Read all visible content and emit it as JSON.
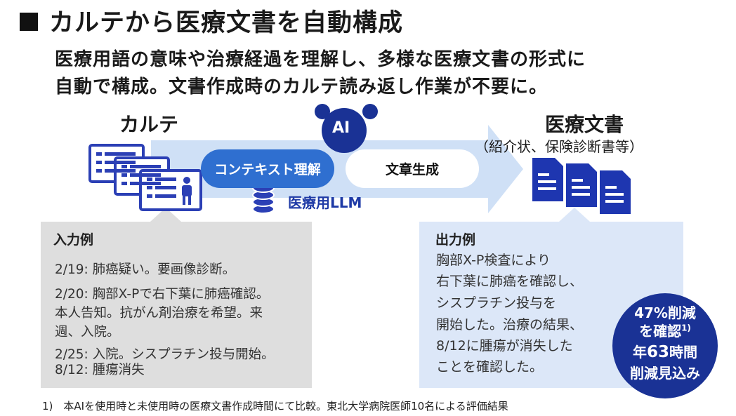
{
  "header": {
    "title": "カルテから医療文書を自動構成",
    "lead_line1": "医療用語の意味や治療経過を理解し、多様な医療文書の形式に",
    "lead_line2": "自動で構成。文書作成時のカルテ読み返し作業が不要に。"
  },
  "flow": {
    "source_label": "カルテ",
    "ai_label": "AI",
    "step1": "コンテキスト理解",
    "step2": "文章生成",
    "llm_label": "医療用LLM",
    "target_label": "医療文書",
    "target_sub": "（紹介状、保険診断書等）"
  },
  "input_example": {
    "heading": "入力例",
    "lines": [
      "2/19: 肺癌疑い。要画像診断。",
      "2/20: 胸部X-Pで右下葉に肺癌確認。",
      "本人告知。抗がん剤治療を希望。来",
      "週、入院。",
      "2/25: 入院。シスプラチン投与開始。",
      "8/12: 腫瘍消失"
    ]
  },
  "output_example": {
    "heading": "出力例",
    "lines": [
      "胸部X-P検査により",
      "右下葉に肺癌を確認し、",
      "シスプラチン投与を",
      "開始した。治療の結果、",
      "8/12に腫瘍が消失した",
      "ことを確認した。"
    ]
  },
  "badge": {
    "line1": "47%削減",
    "line2": "を確認",
    "line2_sup": "1)",
    "line3_prefix": "年",
    "line3_num": "63",
    "line3_suffix": "時間",
    "line4": "削減見込み"
  },
  "footnote": "1)　本AIを使用時と未使用時の医療文書作成時間にて比較。東北大学病院医師10名による評価結果",
  "colors": {
    "navy": "#1a3295",
    "blue": "#2f6fd0",
    "arrow": "#cfe0f6",
    "input_box": "#dedede",
    "output_box": "#dce7f8"
  }
}
